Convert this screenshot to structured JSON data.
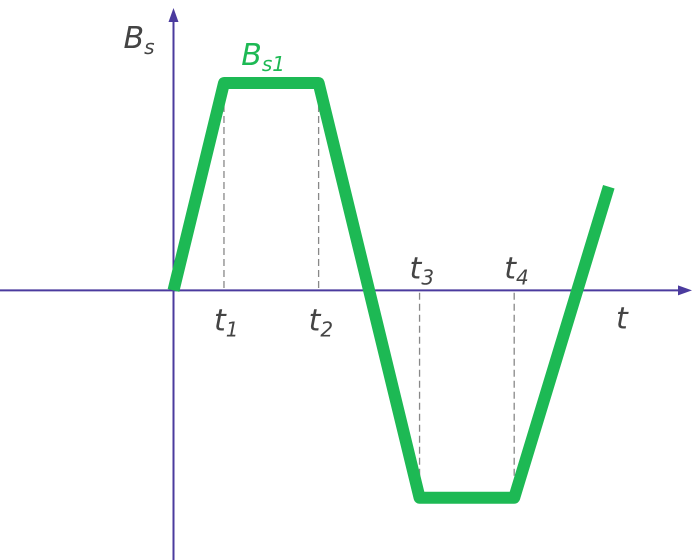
{
  "chart_data": {
    "type": "line",
    "title": "",
    "xlabel": "t",
    "ylabel_main": "B",
    "ylabel_sub": "s",
    "xlim": [
      -5.5,
      16.5
    ],
    "ylim": [
      -6.5,
      7
    ],
    "grid": false,
    "colors": {
      "axis": "#4b3b9e",
      "series": "#1db954",
      "guide": "#888888",
      "text": "#444444"
    },
    "series": [
      {
        "name_main": "B",
        "name_sub": "s1",
        "x": [
          0,
          1.6,
          4.6,
          7.8,
          10.8,
          13.8
        ],
        "y": [
          0,
          5,
          5,
          -5,
          -5,
          2.5
        ]
      }
    ],
    "markers": [
      {
        "main": "t",
        "sub": "1",
        "x": 1.6,
        "y": 5,
        "label_pos": "below"
      },
      {
        "main": "t",
        "sub": "2",
        "x": 4.6,
        "y": 5,
        "label_pos": "below"
      },
      {
        "main": "t",
        "sub": "3",
        "x": 7.8,
        "y": -5,
        "label_pos": "above"
      },
      {
        "main": "t",
        "sub": "4",
        "x": 10.8,
        "y": -5,
        "label_pos": "above"
      }
    ]
  }
}
